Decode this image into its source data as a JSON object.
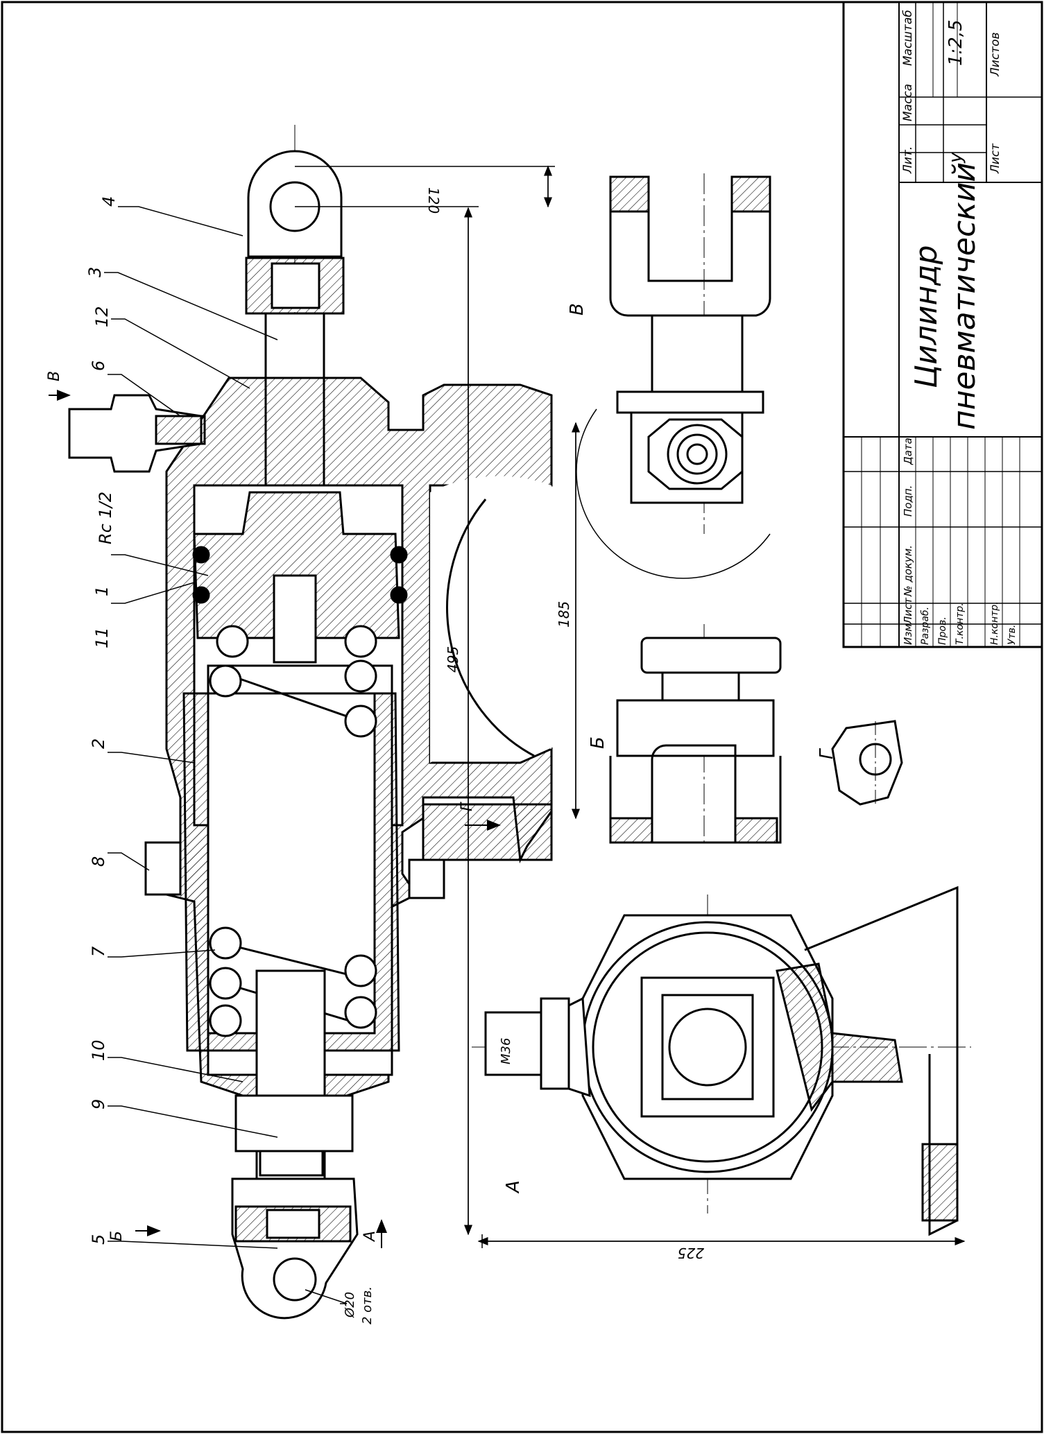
{
  "drawing": {
    "title_line1": "Цилиндр",
    "title_line2": "пневматический",
    "scale": "1:2,5",
    "letter": "у",
    "columns": {
      "lit": "Лит.",
      "mass": "Масса",
      "scale": "Масштаб"
    },
    "sheet_label": "Лист",
    "sheets_label": "Листов",
    "stamp_header": [
      "Изм",
      "Лист",
      "№ докум.",
      "Подп.",
      "Дата"
    ],
    "stamp_roles": [
      "Разраб.",
      "Пров.",
      "Т.контр.",
      "Н.контр.",
      "Утв."
    ]
  },
  "labels": {
    "positions": [
      "1",
      "2",
      "3",
      "4",
      "5",
      "6",
      "7",
      "8",
      "9",
      "10",
      "11",
      "12"
    ],
    "thread": "Rc 1/2",
    "hole_dia": "Ø20",
    "hole_count": "2 отв.",
    "metric_thread": "M36"
  },
  "dimensions": {
    "d120": "120",
    "d495": "495",
    "d185": "185",
    "d225": "225"
  },
  "views": {
    "A": "А",
    "B": "Б",
    "V": "В",
    "G": "Г"
  }
}
